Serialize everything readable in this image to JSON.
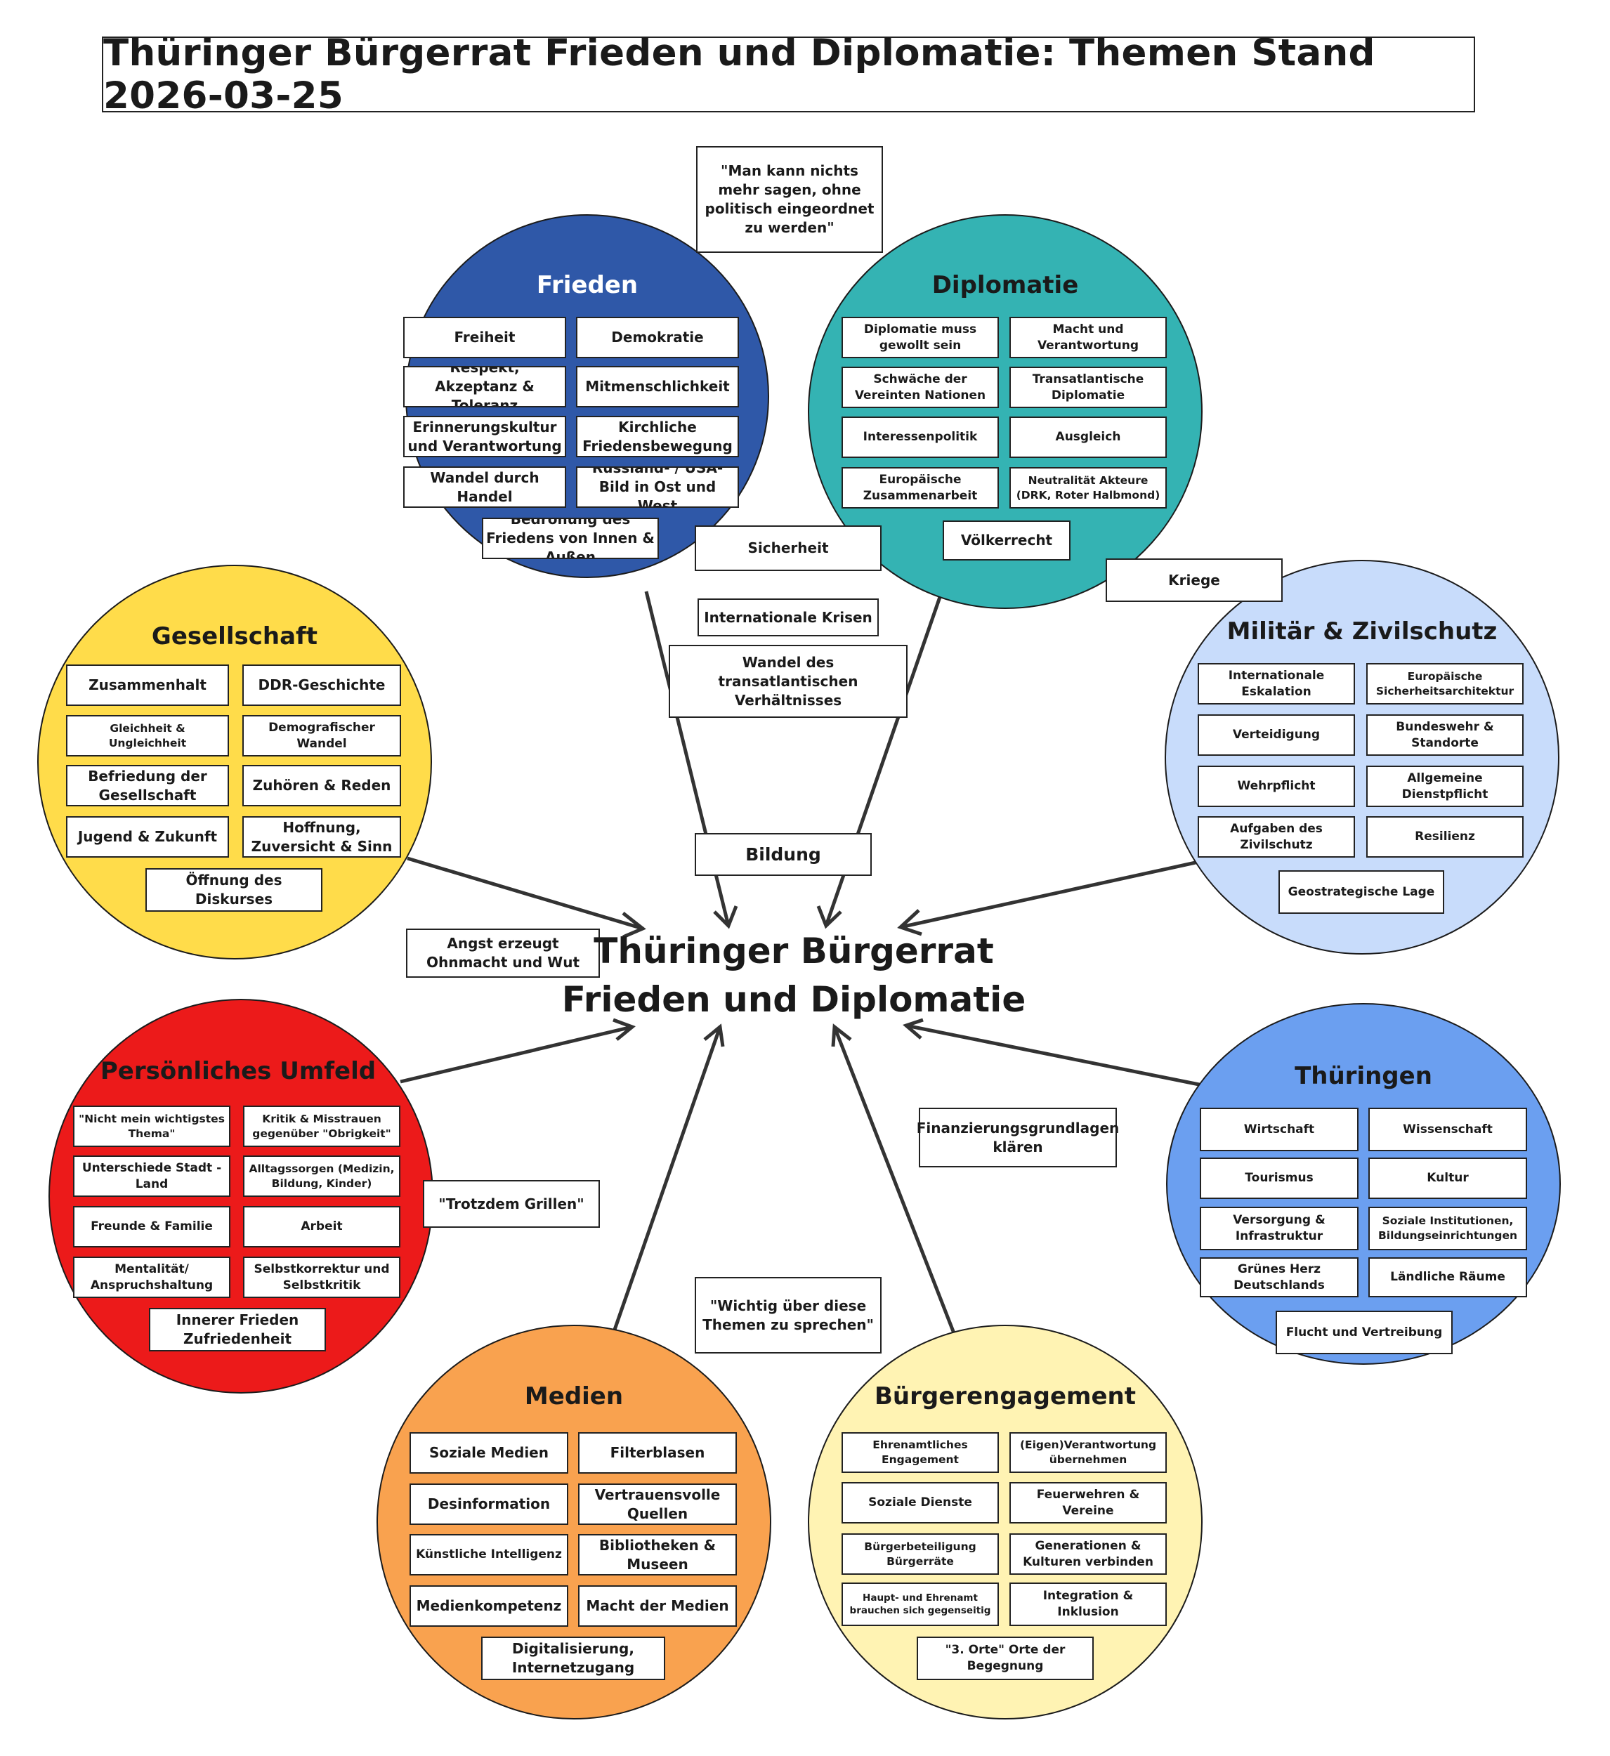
{
  "title": "Thüringer Bürgerrat Frieden und Diplomatie: Themen Stand 2026-03-25",
  "center": {
    "line1": "Thüringer Bürgerrat",
    "line2": "Frieden und Diplomatie"
  },
  "colors": {
    "frieden": "#2f58a8",
    "diplomatie": "#34b3b3",
    "militaer": "#c8dcfb",
    "gesellschaft": "#ffdc4a",
    "umfeld": "#ec1a1a",
    "thueringen": "#6b9ff0",
    "medien": "#f9a24f",
    "engagement": "#fff3b3"
  },
  "free_notes": {
    "quote_politisch": "\"Man kann nichts mehr sagen, ohne politisch eingeordnet zu werden\"",
    "sicherheit": "Sicherheit",
    "kriege": "Kriege",
    "internationale_krisen": "Internationale Krisen",
    "wandel_transatlantisch": "Wandel des transatlantischen Verhältnisses",
    "bildung": "Bildung",
    "angst": "Angst erzeugt Ohnmacht und Wut",
    "finanzierung": "Finanzierungsgrundlagen klären",
    "grillen": "\"Trotzdem Grillen\"",
    "wichtig": "\"Wichtig über diese Themen zu sprechen\""
  },
  "frieden": {
    "title": "Frieden",
    "items": [
      "Freiheit",
      "Demokratie",
      "Respekt, Akzeptanz & Toleranz",
      "Mitmenschlichkeit",
      "Erinnerungskultur und Verantwortung",
      "Kirchliche Friedensbewegung",
      "Wandel durch Handel",
      "Russland- / USA-Bild in Ost und West",
      "Bedrohung des Friedens von Innen & Außen"
    ]
  },
  "diplomatie": {
    "title": "Diplomatie",
    "items": [
      "Diplomatie muss gewollt sein",
      "Macht und Verantwortung",
      "Schwäche der Vereinten Nationen",
      "Transatlantische Diplomatie",
      "Interessenpolitik",
      "Ausgleich",
      "Europäische Zusammenarbeit",
      "Neutralität Akteure (DRK, Roter Halbmond)",
      "Völkerrecht"
    ]
  },
  "militaer": {
    "title": "Militär & Zivilschutz",
    "items": [
      "Internationale Eskalation",
      "Europäische Sicherheitsarchitektur",
      "Verteidigung",
      "Bundeswehr & Standorte",
      "Wehrpflicht",
      "Allgemeine Dienstpflicht",
      "Aufgaben des Zivilschutz",
      "Resilienz",
      "Geostrategische Lage"
    ]
  },
  "gesellschaft": {
    "title": "Gesellschaft",
    "items": [
      "Zusammenhalt",
      "DDR-Geschichte",
      "Gleichheit & Ungleichheit",
      "Demografischer Wandel",
      "Befriedung der Gesellschaft",
      "Zuhören & Reden",
      "Jugend & Zukunft",
      "Hoffnung, Zuversicht & Sinn",
      "Öffnung des Diskurses"
    ]
  },
  "umfeld": {
    "title": "Persönliches Umfeld",
    "items": [
      "\"Nicht mein wichtigstes Thema\"",
      "Kritik & Misstrauen gegenüber \"Obrigkeit\"",
      "Unterschiede Stadt - Land",
      "Alltagssorgen (Medizin, Bildung, Kinder)",
      "Freunde & Familie",
      "Arbeit",
      "Mentalität/ Anspruchshaltung",
      "Selbstkorrektur und Selbstkritik",
      "Innerer Frieden Zufriedenheit"
    ]
  },
  "thueringen": {
    "title": "Thüringen",
    "items": [
      "Wirtschaft",
      "Wissenschaft",
      "Tourismus",
      "Kultur",
      "Versorgung & Infrastruktur",
      "Soziale Institutionen, Bildungseinrichtungen",
      "Grünes Herz Deutschlands",
      "Ländliche Räume",
      "Flucht und Vertreibung"
    ]
  },
  "medien": {
    "title": "Medien",
    "items": [
      "Soziale Medien",
      "Filterblasen",
      "Desinformation",
      "Vertrauensvolle Quellen",
      "Künstliche Intelligenz",
      "Bibliotheken & Museen",
      "Medienkompetenz",
      "Macht der Medien",
      "Digitalisierung, Internetzugang"
    ]
  },
  "engagement": {
    "title": "Bürgerengagement",
    "items": [
      "Ehrenamtliches Engagement",
      "(Eigen)Verantwortung übernehmen",
      "Soziale Dienste",
      "Feuerwehren & Vereine",
      "Bürgerbeteiligung Bürgerräte",
      "Generationen & Kulturen verbinden",
      "Haupt- und Ehrenamt brauchen sich gegenseitig",
      "Integration & Inklusion",
      "\"3. Orte\" Orte der Begegnung"
    ]
  }
}
